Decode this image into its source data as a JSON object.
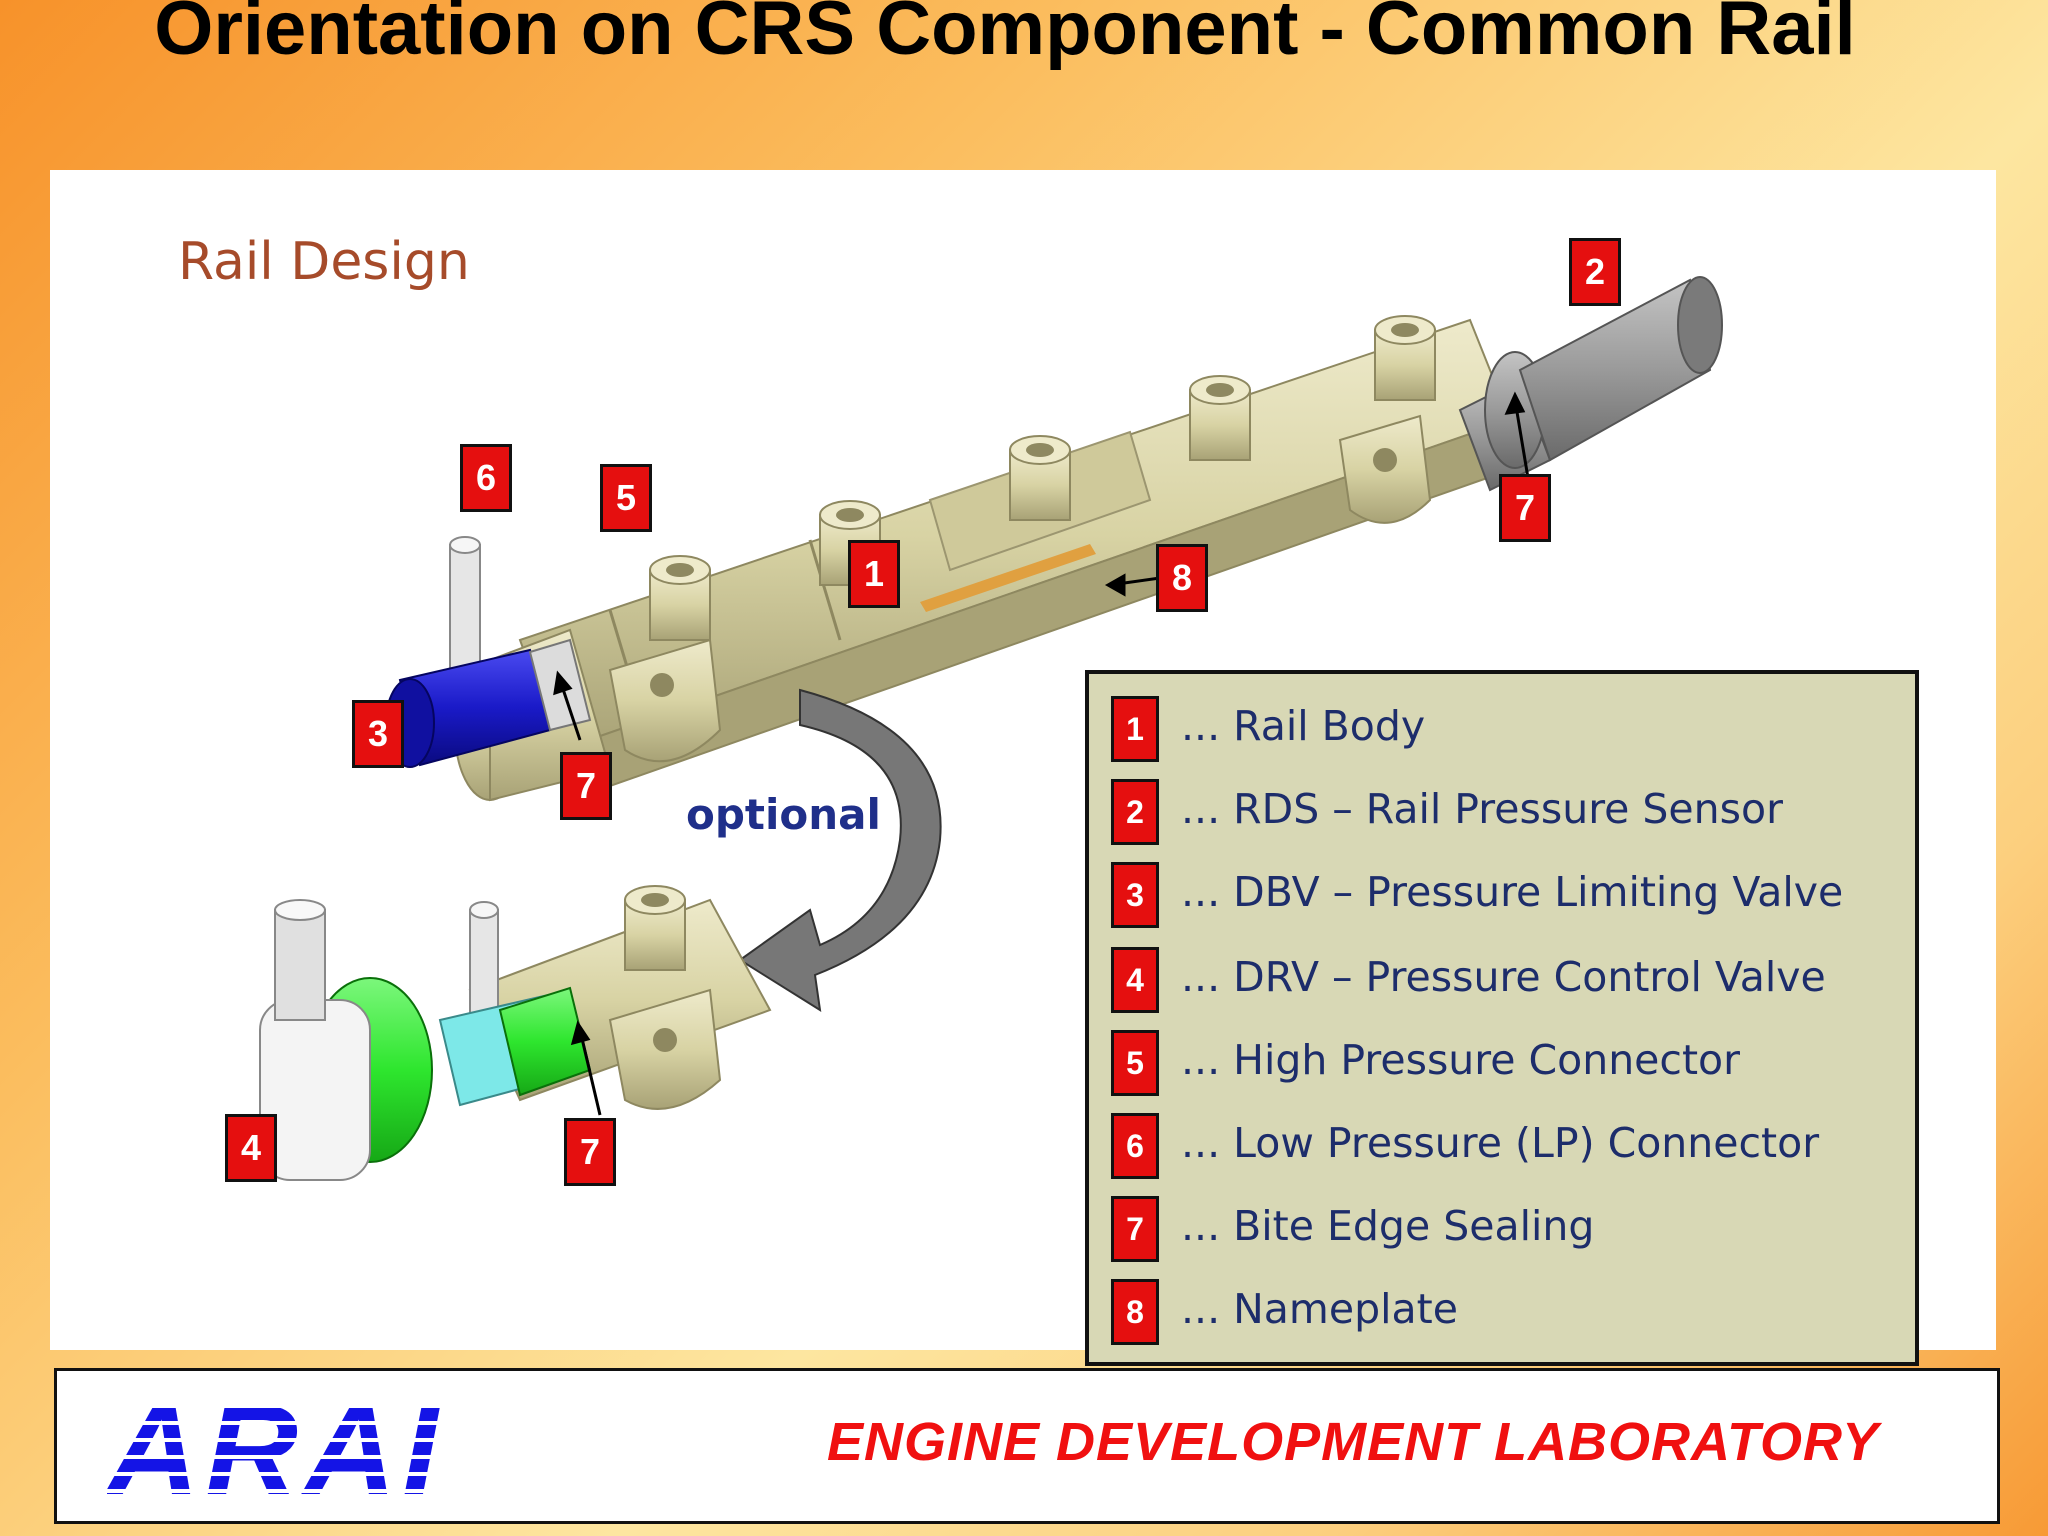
{
  "title": "Orientation on CRS Component - Common Rail",
  "diagram": {
    "heading": "Rail Design",
    "optional_label": "optional",
    "callouts": [
      "6",
      "5",
      "1",
      "8",
      "2",
      "7",
      "3",
      "7",
      "4",
      "7"
    ],
    "colors": {
      "rail_body": "#d8d3a4",
      "sensor": "#9a9a9a",
      "pressure_limiting_valve": "#1a1ac8",
      "pressure_control_valve": "#2ee62e",
      "callout_box": "#e50f0f"
    }
  },
  "legend": [
    {
      "num": "1",
      "text": "... Rail Body"
    },
    {
      "num": "2",
      "text": "... RDS – Rail Pressure Sensor"
    },
    {
      "num": "3",
      "text": "... DBV – Pressure Limiting Valve"
    },
    {
      "num": "4",
      "text": "... DRV – Pressure Control Valve"
    },
    {
      "num": "5",
      "text": "... High Pressure Connector"
    },
    {
      "num": "6",
      "text": "... Low Pressure (LP) Connector"
    },
    {
      "num": "7",
      "text": "... Bite Edge Sealing"
    },
    {
      "num": "8",
      "text": "... Nameplate"
    }
  ],
  "footer": {
    "logo": "ARAI",
    "lab": "ENGINE DEVELOPMENT LABORATORY"
  }
}
